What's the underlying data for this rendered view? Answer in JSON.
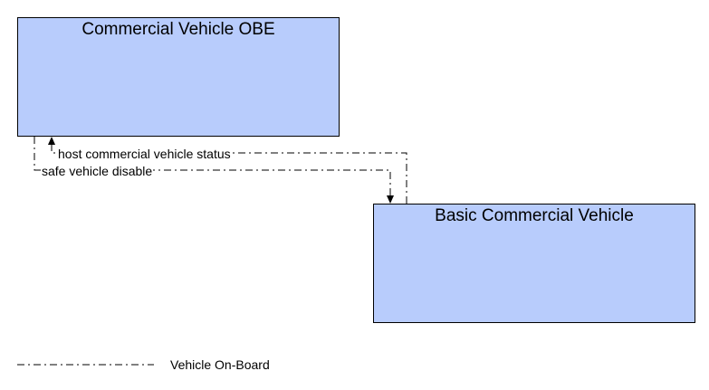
{
  "diagram": {
    "nodes": {
      "commercial_vehicle_obe": {
        "title": "Commercial Vehicle OBE"
      },
      "basic_commercial_vehicle": {
        "title": "Basic Commercial Vehicle"
      }
    },
    "flows": {
      "host_status": {
        "label": "host commercial vehicle status",
        "from": "Basic Commercial Vehicle",
        "to": "Commercial Vehicle OBE"
      },
      "safe_disable": {
        "label": "safe vehicle disable",
        "from": "Commercial Vehicle OBE",
        "to": "Basic Commercial Vehicle"
      }
    },
    "legend": {
      "label": "Vehicle On-Board",
      "line_style": "dash-dot"
    },
    "colors": {
      "node_fill": "#b8ccfc",
      "line": "#000000",
      "background": "#ffffff"
    }
  }
}
